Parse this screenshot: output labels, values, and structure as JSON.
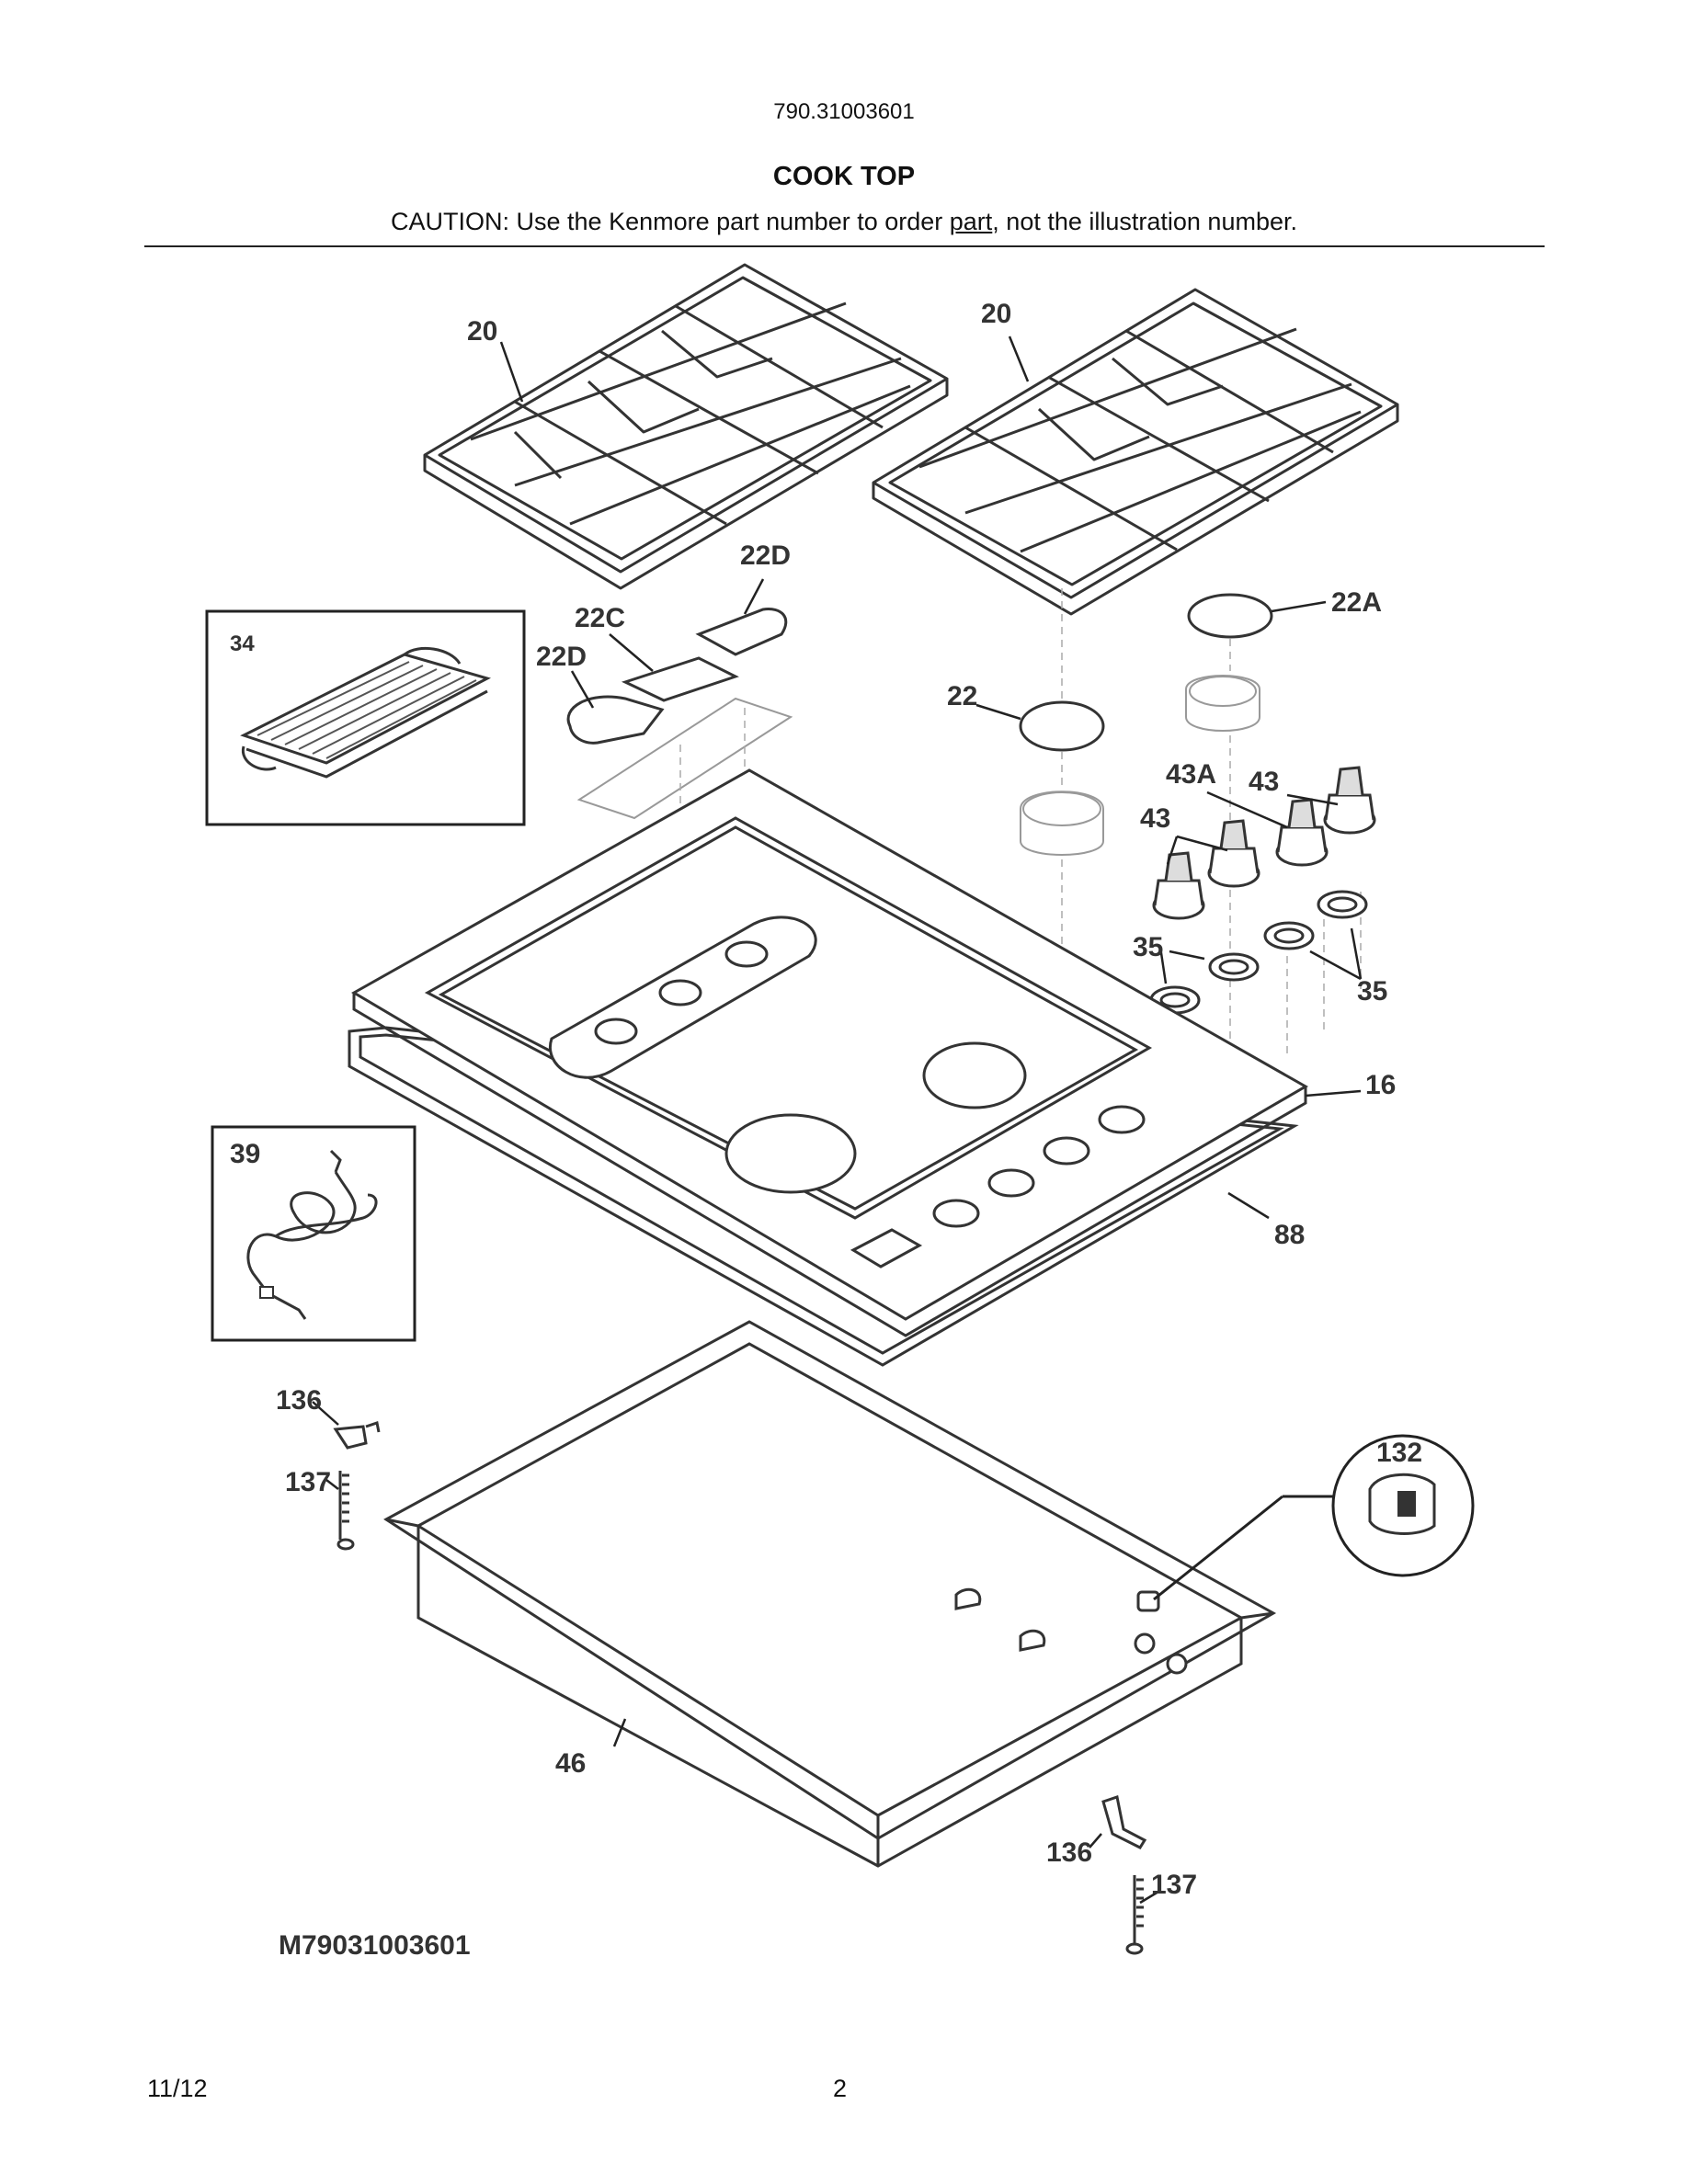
{
  "header": {
    "model_number": "790.31003601",
    "section_title": "COOK TOP",
    "caution_prefix": "CAUTION: Use the Kenmore part number to order ",
    "caution_link": "part",
    "caution_suffix": ", not the illustration number."
  },
  "callouts": {
    "grate_left": "20",
    "grate_right": "20",
    "griddle_cover_right": "22D",
    "griddle_cover_center": "22C",
    "griddle_cover_left": "22D",
    "burner_cap_right": "22A",
    "burner_cap": "22",
    "griddle": "34",
    "knob_43a": "43A",
    "knob_43_upper": "43",
    "knob_43_pair": "43",
    "bezel_left": "35",
    "bezel_right": "35",
    "cooktop": "16",
    "gasket": "88",
    "power_cord": "39",
    "bracket_left": "136",
    "screw_left": "137",
    "clip": "132",
    "burner_box": "46",
    "bracket_right": "136",
    "screw_right": "137"
  },
  "diagram_code": "M79031003601",
  "footer": {
    "date": "11/12",
    "page_number": "2"
  }
}
